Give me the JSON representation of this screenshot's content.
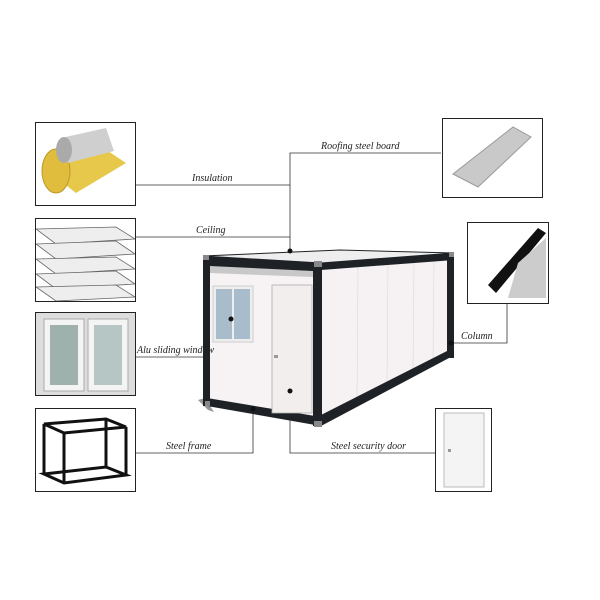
{
  "labels": {
    "insulation": "Insulation",
    "roofing": "Roofing steel board",
    "ceiling": "Ceiling",
    "column": "Column",
    "window": "Alu sliding window",
    "frame": "Steel frame",
    "door": "Steel security door"
  },
  "colors": {
    "frame": "#1e2227",
    "panel": "#f7f3f4",
    "glass": "#a9bccb",
    "insulation": "#e8c84a",
    "foil": "#c9c9c9"
  }
}
